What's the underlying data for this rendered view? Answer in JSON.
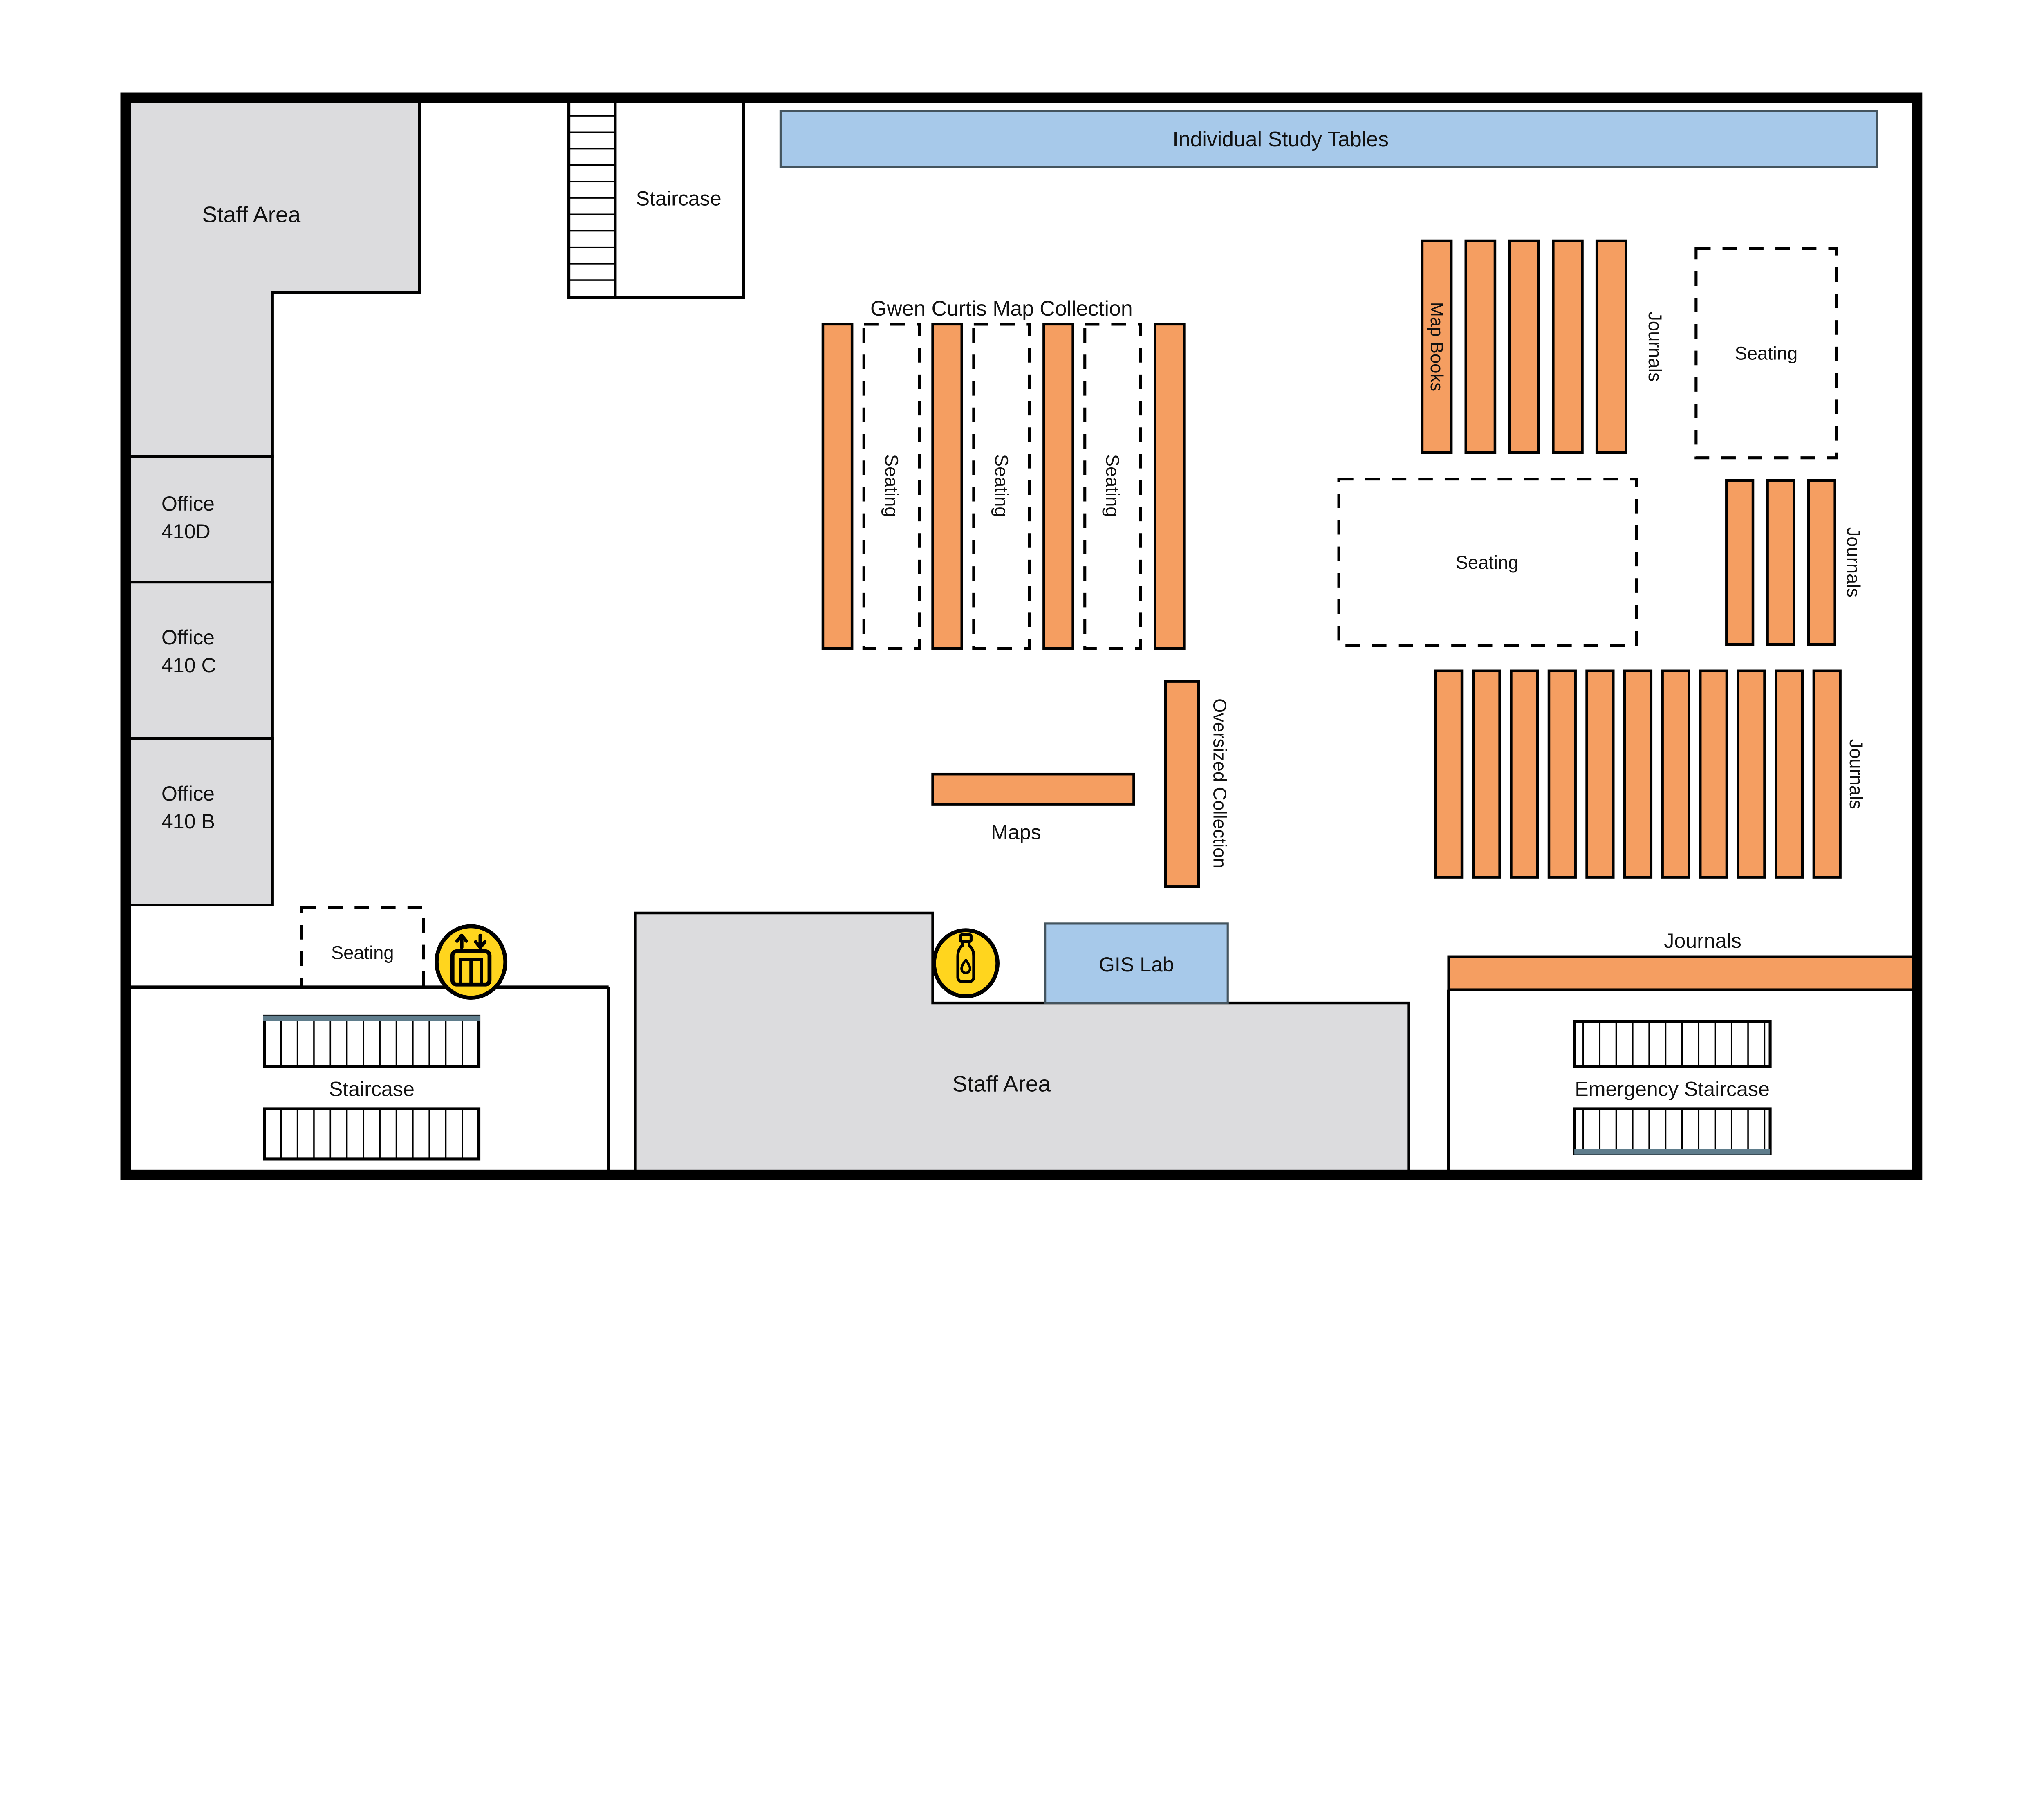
{
  "colors": {
    "shelf_orange": "#F59E61",
    "zone_blue": "#A7C9EA",
    "staff_gray": "#DCDCDE",
    "icon_yellow": "#FFD51E",
    "stair_accent": "#5F7D8C",
    "wall_black": "#000000"
  },
  "labels": {
    "staff_area_top": "Staff Area",
    "staff_area_bottom": "Staff Area",
    "staircase_top": "Staircase",
    "staircase_bottom_left": "Staircase",
    "emergency_staircase": "Emergency Staircase",
    "individual_study_tables": "Individual Study Tables",
    "map_collection": "Gwen Curtis Map Collection",
    "seating": "Seating",
    "map_books": "Map Books",
    "journals": "Journals",
    "maps": "Maps",
    "oversized_collection": "Oversized Collection",
    "gis_lab": "GIS Lab"
  },
  "offices": [
    {
      "line1": "Office",
      "line2": "410D"
    },
    {
      "line1": "Office",
      "line2": "410 C"
    },
    {
      "line1": "Office",
      "line2": "410 B"
    }
  ],
  "icons": [
    {
      "name": "elevator-icon",
      "meaning": "elevator"
    },
    {
      "name": "water-bottle-icon",
      "meaning": "water bottle refill station"
    }
  ]
}
